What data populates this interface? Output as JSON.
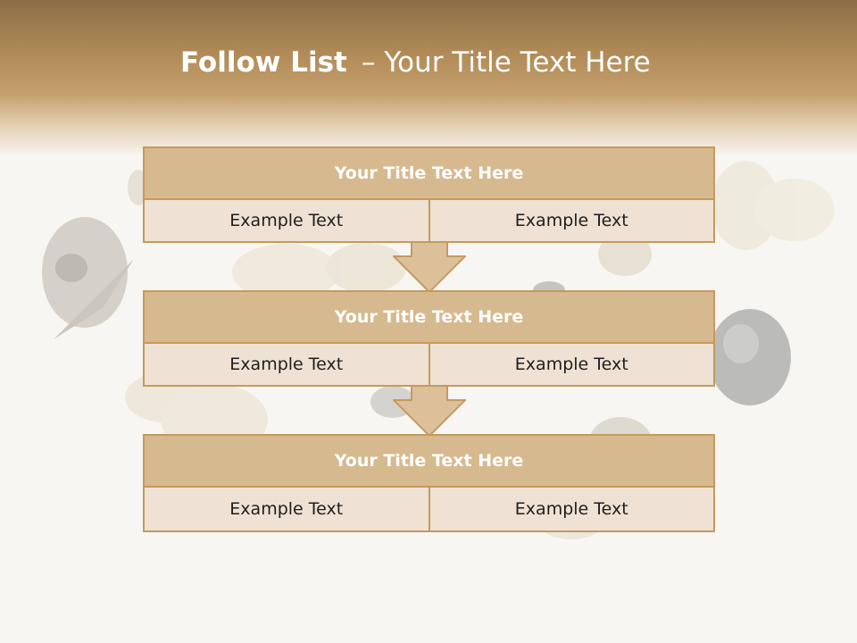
{
  "title": {
    "bold": "Follow List",
    "separator": "–",
    "rest": "Your Title Text Here"
  },
  "steps": [
    {
      "heading": "Your Title Text Here",
      "left": "Example Text",
      "right": "Example Text"
    },
    {
      "heading": "Your Title Text Here",
      "left": "Example Text",
      "right": "Example Text"
    },
    {
      "heading": "Your Title Text Here",
      "left": "Example Text",
      "right": "Example Text"
    }
  ],
  "colors": {
    "header_band": "#b18b58",
    "box_border": "#c49a5c",
    "box_heading_fill": "#d6b98e",
    "box_cell_fill": "#efe2d4",
    "arrow_fill": "#dcc09a"
  }
}
